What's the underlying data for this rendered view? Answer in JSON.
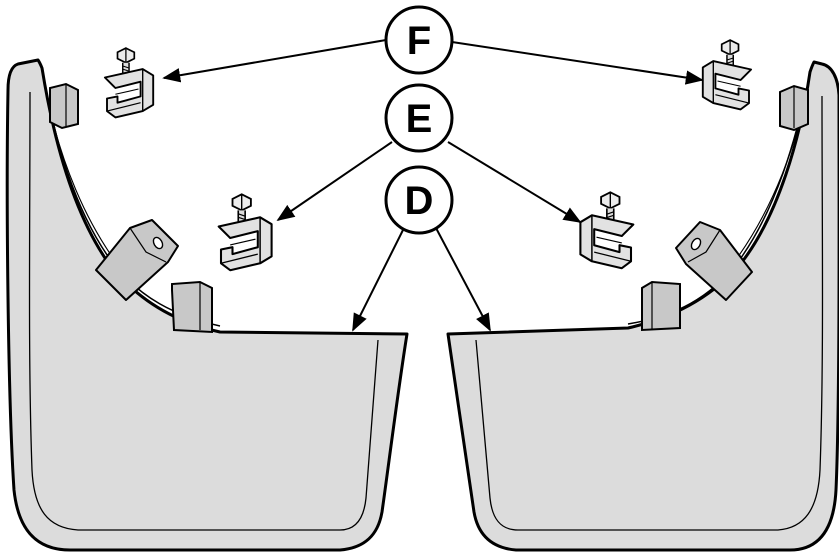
{
  "diagram": {
    "colors": {
      "outline": "#000000",
      "flap_fill": "#dcdcdc",
      "flap_shade": "#c4c4c4",
      "clip_fill": "#e2e2e2",
      "callout_fill": "#ffffff"
    },
    "callouts": [
      {
        "id": "F",
        "label": "F"
      },
      {
        "id": "E",
        "label": "E"
      },
      {
        "id": "D",
        "label": "D"
      }
    ],
    "parts": [
      {
        "id": "left-mud-flap",
        "icon": "mud-flap-icon"
      },
      {
        "id": "right-mud-flap",
        "icon": "mud-flap-icon"
      },
      {
        "id": "left-upper-clip",
        "icon": "clip-fastener-icon"
      },
      {
        "id": "right-upper-clip",
        "icon": "clip-fastener-icon"
      },
      {
        "id": "left-lower-clip",
        "icon": "clip-fastener-icon"
      },
      {
        "id": "right-lower-clip",
        "icon": "clip-fastener-icon"
      }
    ]
  }
}
